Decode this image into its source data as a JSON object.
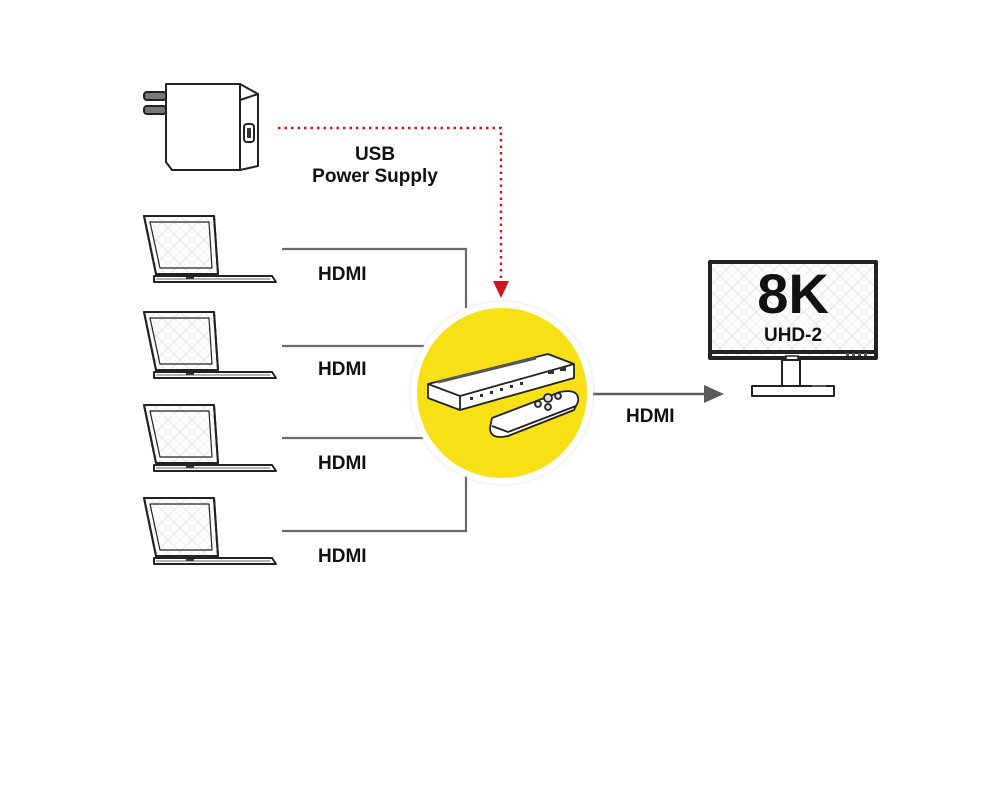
{
  "power_supply": {
    "label_line1": "USB",
    "label_line2": "Power Supply"
  },
  "inputs": [
    {
      "cable_label": "HDMI"
    },
    {
      "cable_label": "HDMI"
    },
    {
      "cable_label": "HDMI"
    },
    {
      "cable_label": "HDMI"
    }
  ],
  "output": {
    "cable_label": "HDMI"
  },
  "monitor": {
    "resolution_big": "8K",
    "resolution_small": "UHD-2"
  },
  "colors": {
    "accent_yellow": "#f7e017",
    "power_line_red": "#d0141c",
    "hdmi_line_gray": "#6a6a6a",
    "outline": "#222222"
  },
  "icons": {
    "power": "usb-power-adapter-icon",
    "laptop": "laptop-icon",
    "switch": "hdmi-switch-icon",
    "remote": "remote-control-icon",
    "monitor": "monitor-icon"
  }
}
